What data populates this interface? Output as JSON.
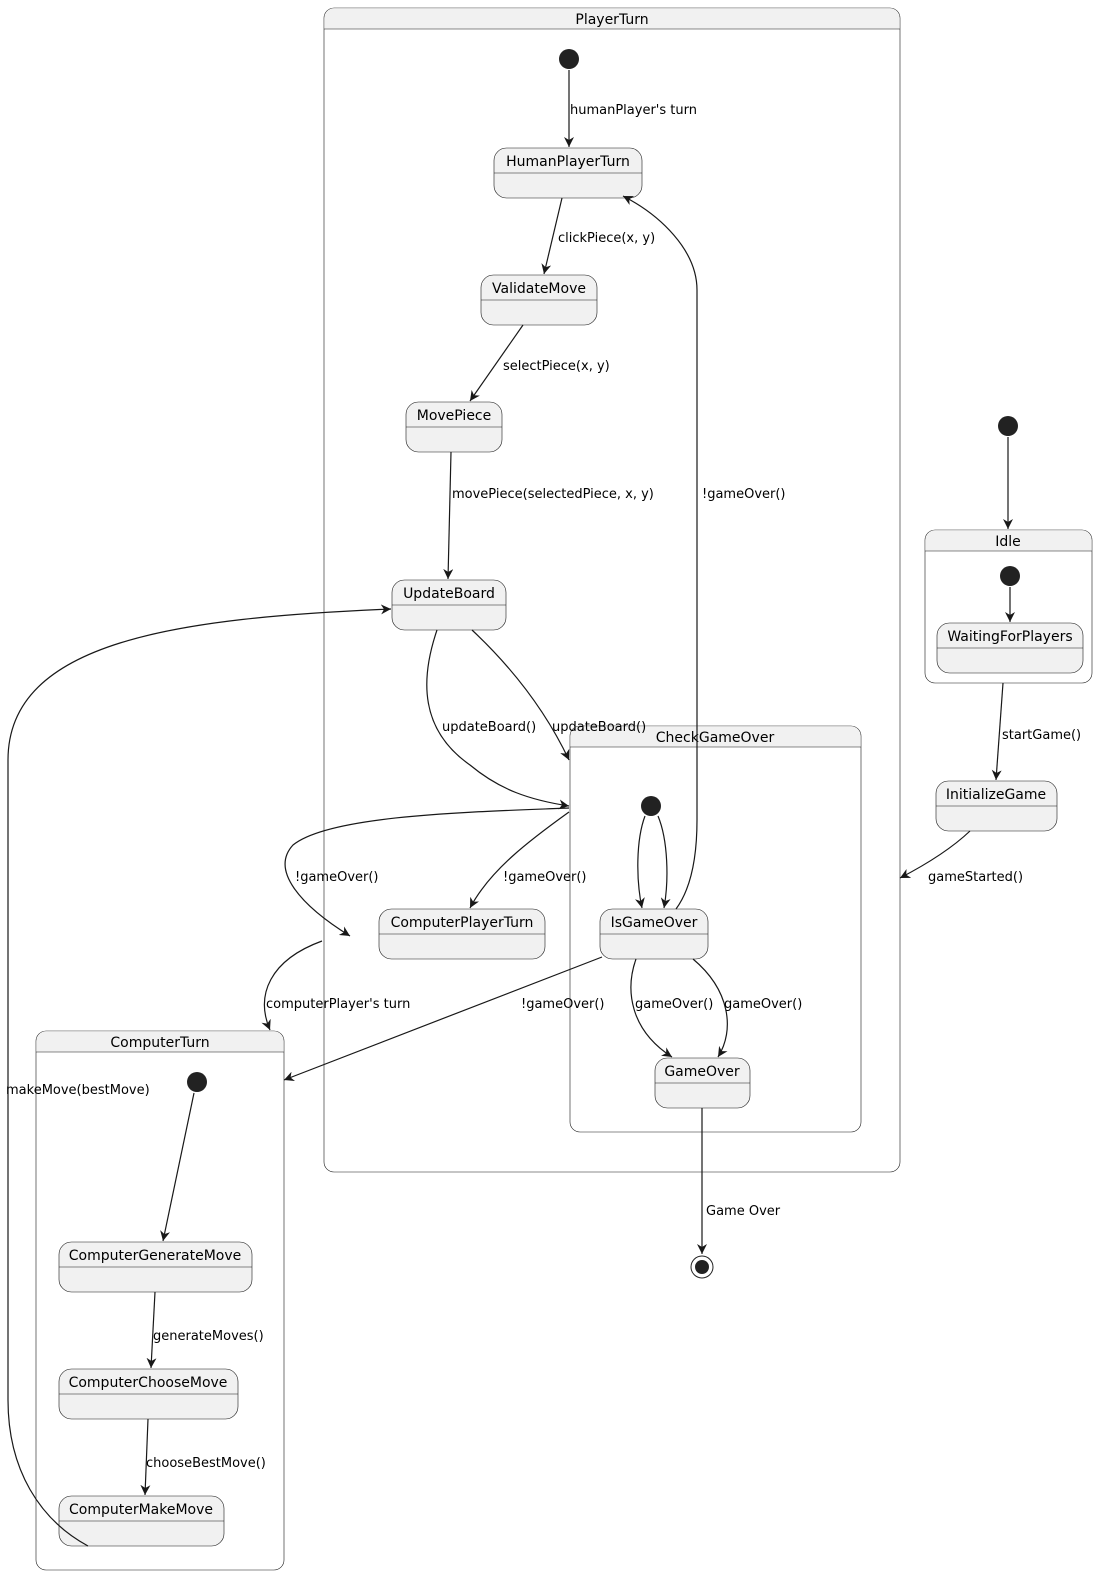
{
  "composites": {
    "player_turn": "PlayerTurn",
    "check_game_over": "CheckGameOver",
    "idle": "Idle",
    "computer_turn": "ComputerTurn"
  },
  "states": {
    "human_player_turn": "HumanPlayerTurn",
    "validate_move": "ValidateMove",
    "move_piece": "MovePiece",
    "update_board": "UpdateBoard",
    "computer_player_turn": "ComputerPlayerTurn",
    "is_game_over": "IsGameOver",
    "game_over": "GameOver",
    "waiting_for_players": "WaitingForPlayers",
    "initialize_game": "InitializeGame",
    "computer_generate_move": "ComputerGenerateMove",
    "computer_choose_move": "ComputerChooseMove",
    "computer_make_move": "ComputerMakeMove"
  },
  "transitions": {
    "humanplayers_turn": "humanPlayer's turn",
    "click_piece": "clickPiece(x, y)",
    "select_piece": "selectPiece(x, y)",
    "move_piece": "movePiece(selectedPiece, x, y)",
    "not_game_over_back": "!gameOver()",
    "update_board_1": "updateBoard()",
    "update_board_2": "updateBoard()",
    "not_game_over_left": "!gameOver()",
    "not_game_over_cpt": "!gameOver()",
    "computer_players_turn": "computerPlayer's turn",
    "not_game_over_ct": "!gameOver()",
    "game_over_1": "gameOver()",
    "game_over_2": "gameOver()",
    "game_over_final": "Game Over",
    "start_game": "startGame()",
    "game_started": "gameStarted()",
    "make_move_best": "makeMove(bestMove)",
    "generate_moves": "generateMoves()",
    "choose_best_move": "chooseBestMove()"
  }
}
